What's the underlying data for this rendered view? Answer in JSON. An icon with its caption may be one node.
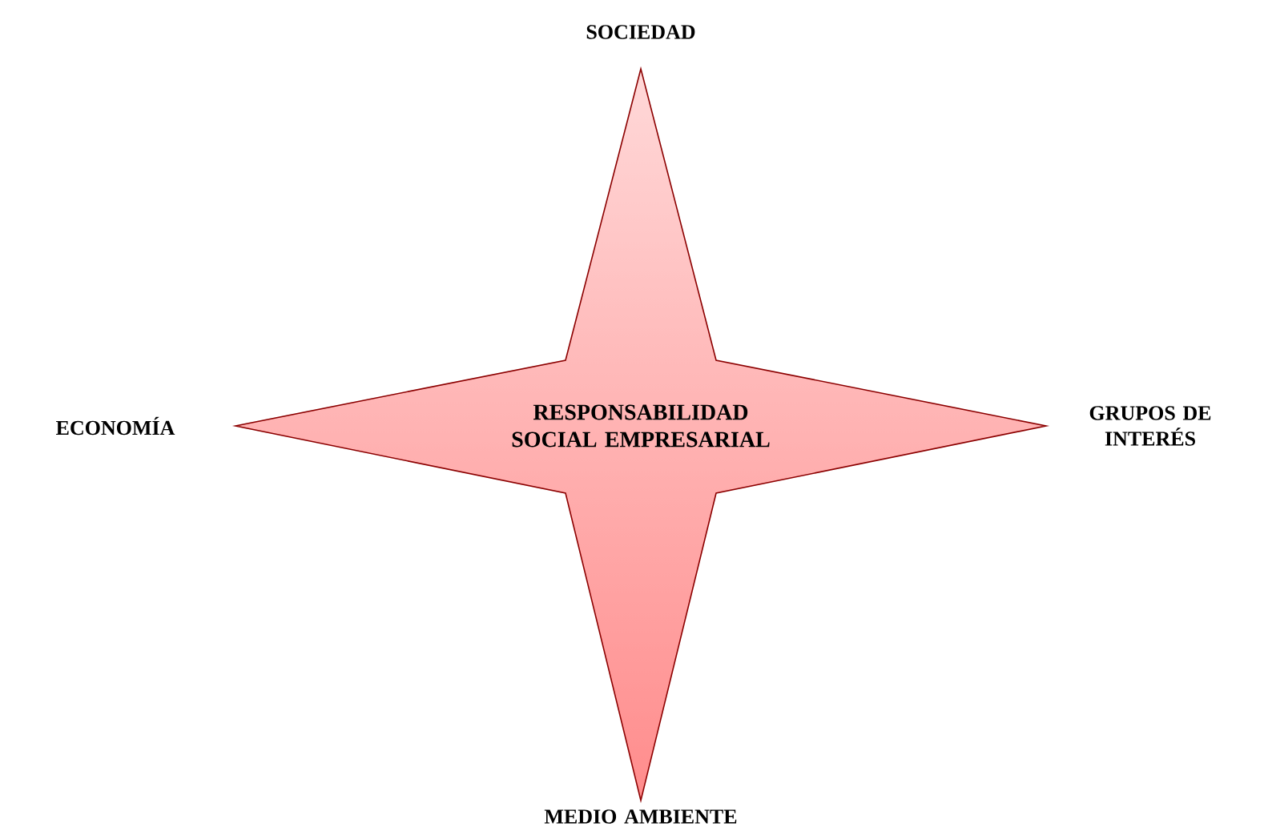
{
  "diagram": {
    "nodes": [
      {
        "text": [
          "RESPONSABILIDAD SOCIAL EMPRESARIAL"
        ]
      }
    ],
    "labels": [
      "SOCIEDAD",
      "ECONOMÍA",
      "GRUPOS DE INTERÉS",
      "MEDIO AMBIENTE"
    ]
  }
}
